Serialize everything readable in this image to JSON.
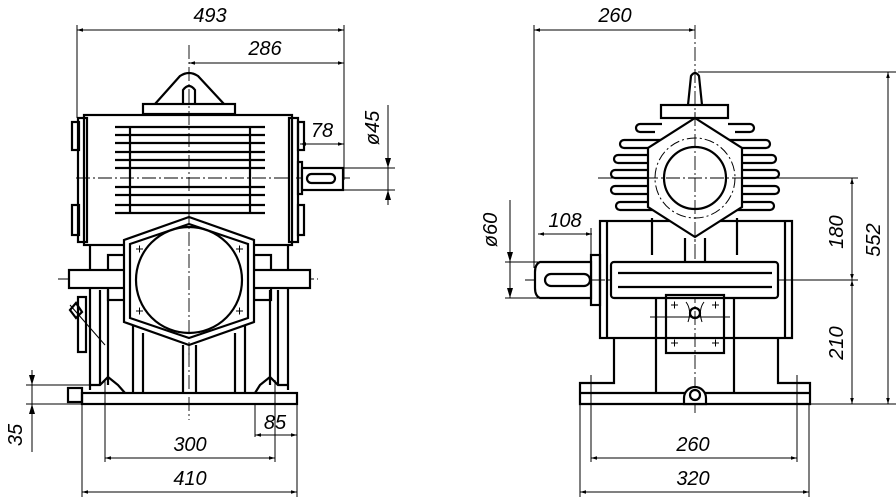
{
  "front_view": {
    "dimensions": {
      "overall_width": "493",
      "shaft_to_center": "286",
      "shaft_length": "78",
      "shaft_diameter": "ø45",
      "base_height": "35",
      "foot_offset": "85",
      "bolt_spacing": "300",
      "base_width": "410"
    }
  },
  "side_view": {
    "dimensions": {
      "shaft_end_to_center": "260",
      "shaft_diameter": "ø60",
      "shaft_length": "108",
      "worm_to_wheel_axis": "180",
      "wheel_axis_height": "210",
      "overall_height": "552",
      "bolt_spacing": "260",
      "base_width": "320"
    }
  }
}
